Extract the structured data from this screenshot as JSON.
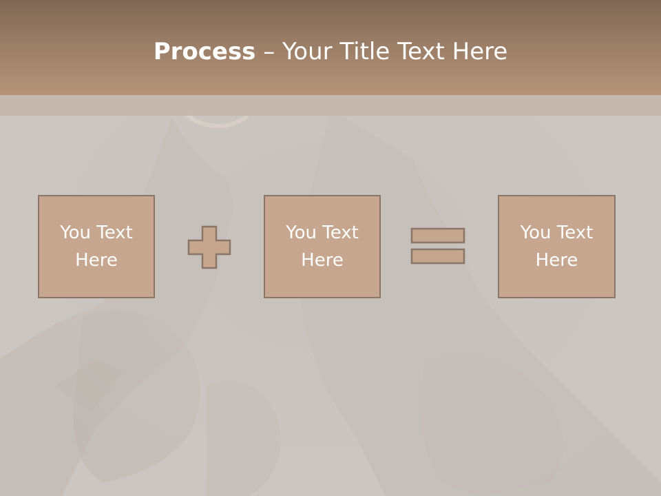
{
  "slide": {
    "title_bold": "Process",
    "title_rest": " – Your Title Text Here"
  },
  "process": {
    "steps": [
      {
        "label": "You Text Here"
      },
      {
        "label": "You Text Here"
      },
      {
        "label": "You Text Here"
      }
    ],
    "operators": [
      "plus",
      "equals"
    ]
  },
  "colors": {
    "header": "#9a7d66",
    "box_fill": "#c6a68f",
    "box_border": "#8a7567",
    "background": "#cbc6c1",
    "text": "#ffffff"
  }
}
